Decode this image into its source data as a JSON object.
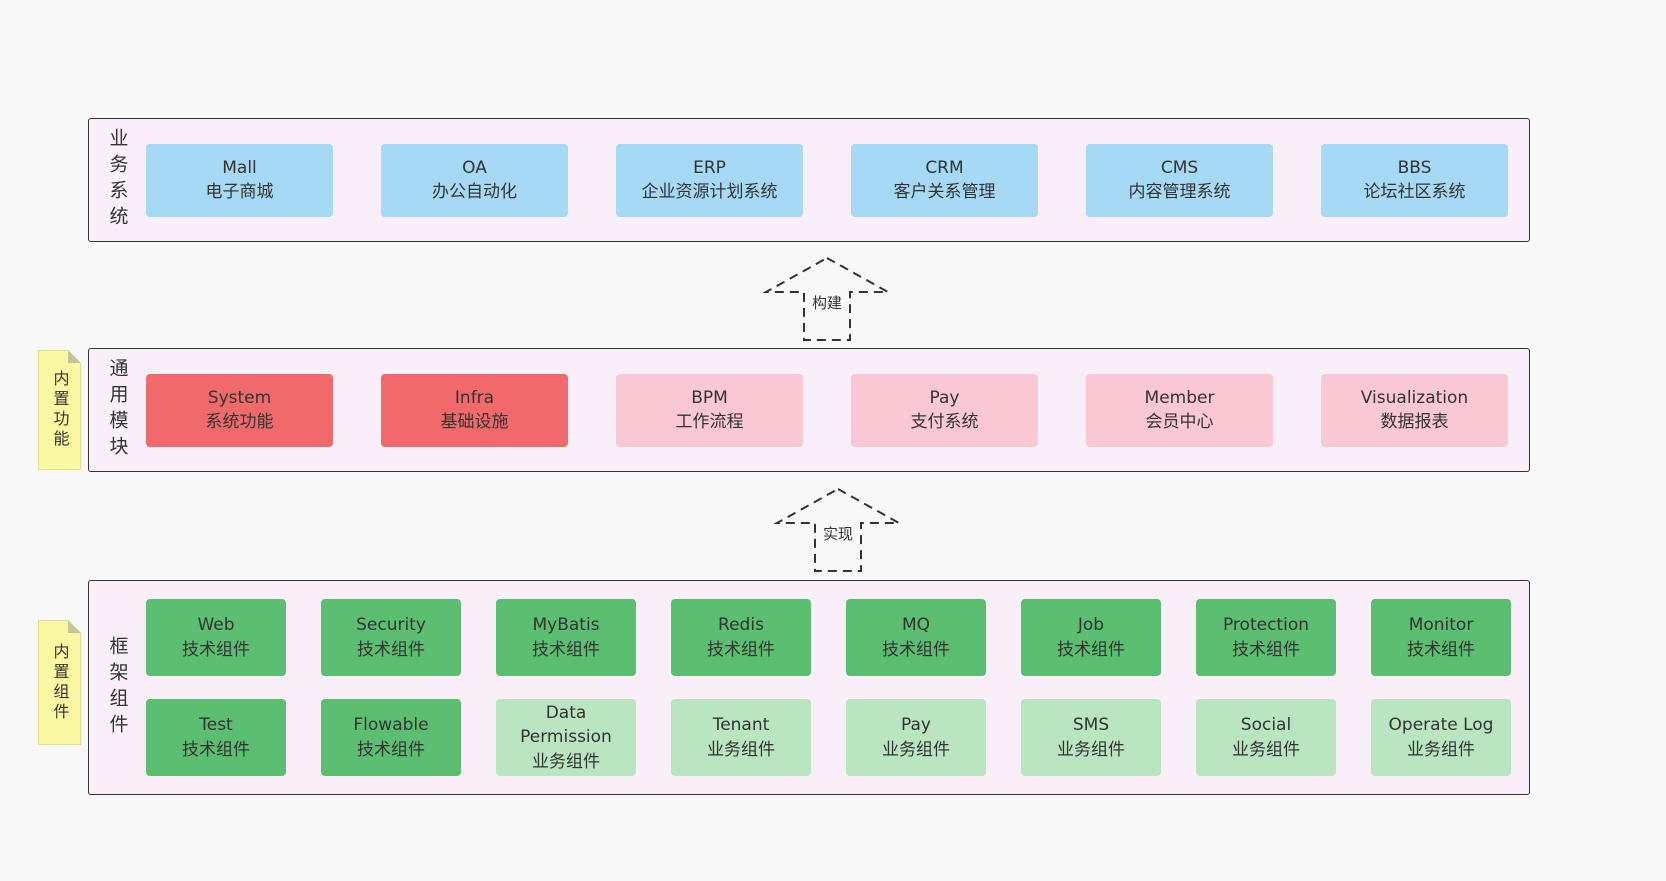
{
  "colors": {
    "blue": "#a6d9f3",
    "red": "#f0696b",
    "pink": "#f9c8d2",
    "green": "#5bbe71",
    "greenLight": "#b9e5c0",
    "bandBackground": "#f9eff8",
    "noteBackground": "#fbf8a3",
    "border": "#333333"
  },
  "arrows": [
    {
      "label": "构建"
    },
    {
      "label": "实现"
    }
  ],
  "bands": [
    {
      "id": "business",
      "label": "业务系统",
      "rows": [
        [
          {
            "title": "Mall",
            "subtitle": "电子商城",
            "color": "blue"
          },
          {
            "title": "OA",
            "subtitle": "办公自动化",
            "color": "blue"
          },
          {
            "title": "ERP",
            "subtitle": "企业资源计划系统",
            "color": "blue"
          },
          {
            "title": "CRM",
            "subtitle": "客户关系管理",
            "color": "blue"
          },
          {
            "title": "CMS",
            "subtitle": "内容管理系统",
            "color": "blue"
          },
          {
            "title": "BBS",
            "subtitle": "论坛社区系统",
            "color": "blue"
          }
        ]
      ]
    },
    {
      "id": "modules",
      "label": "通用模块",
      "note": "内置功能",
      "rows": [
        [
          {
            "title": "System",
            "subtitle": "系统功能",
            "color": "red"
          },
          {
            "title": "Infra",
            "subtitle": "基础设施",
            "color": "red"
          },
          {
            "title": "BPM",
            "subtitle": "工作流程",
            "color": "pink"
          },
          {
            "title": "Pay",
            "subtitle": "支付系统",
            "color": "pink"
          },
          {
            "title": "Member",
            "subtitle": "会员中心",
            "color": "pink"
          },
          {
            "title": "Visualization",
            "subtitle": "数据报表",
            "color": "pink"
          }
        ]
      ]
    },
    {
      "id": "framework",
      "label": "框架组件",
      "note": "内置组件",
      "rows": [
        [
          {
            "title": "Web",
            "subtitle": "技术组件",
            "color": "green"
          },
          {
            "title": "Security",
            "subtitle": "技术组件",
            "color": "green"
          },
          {
            "title": "MyBatis",
            "subtitle": "技术组件",
            "color": "green"
          },
          {
            "title": "Redis",
            "subtitle": "技术组件",
            "color": "green"
          },
          {
            "title": "MQ",
            "subtitle": "技术组件",
            "color": "green"
          },
          {
            "title": "Job",
            "subtitle": "技术组件",
            "color": "green"
          },
          {
            "title": "Protection",
            "subtitle": "技术组件",
            "color": "green"
          },
          {
            "title": "Monitor",
            "subtitle": "技术组件",
            "color": "green"
          }
        ],
        [
          {
            "title": "Test",
            "subtitle": "技术组件",
            "color": "green"
          },
          {
            "title": "Flowable",
            "subtitle": "技术组件",
            "color": "green"
          },
          {
            "title": "Data Permission",
            "subtitle": "业务组件",
            "color": "greenLight"
          },
          {
            "title": "Tenant",
            "subtitle": "业务组件",
            "color": "greenLight"
          },
          {
            "title": "Pay",
            "subtitle": "业务组件",
            "color": "greenLight"
          },
          {
            "title": "SMS",
            "subtitle": "业务组件",
            "color": "greenLight"
          },
          {
            "title": "Social",
            "subtitle": "业务组件",
            "color": "greenLight"
          },
          {
            "title": "Operate Log",
            "subtitle": "业务组件",
            "color": "greenLight"
          }
        ]
      ]
    }
  ]
}
